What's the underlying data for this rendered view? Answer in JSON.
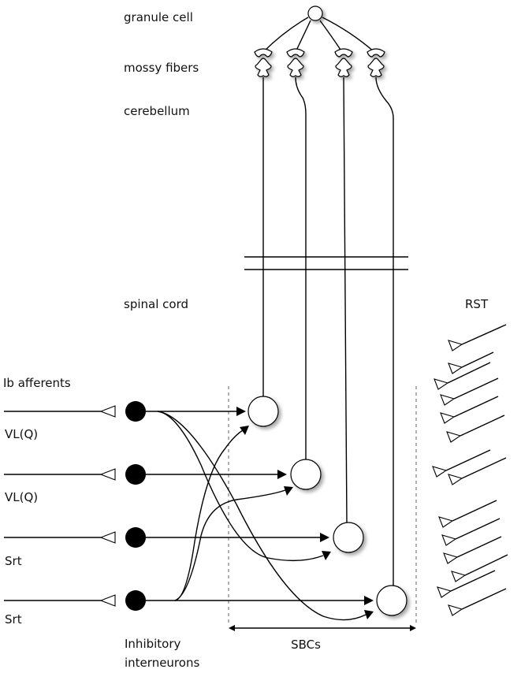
{
  "labels": {
    "granule_cell": "granule cell",
    "mossy_fibers": "mossy fibers",
    "cerebellum": "cerebellum",
    "spinal_cord": "spinal cord",
    "rst": "RST",
    "ib_afferents": "Ib afferents",
    "afferent_1": "VL(Q)",
    "afferent_2": "VL(Q)",
    "afferent_3": "Srt",
    "afferent_4": "Srt",
    "inhibitory_line1": "Inhibitory",
    "inhibitory_line2": "interneurons",
    "sbcs": "SBCs"
  }
}
